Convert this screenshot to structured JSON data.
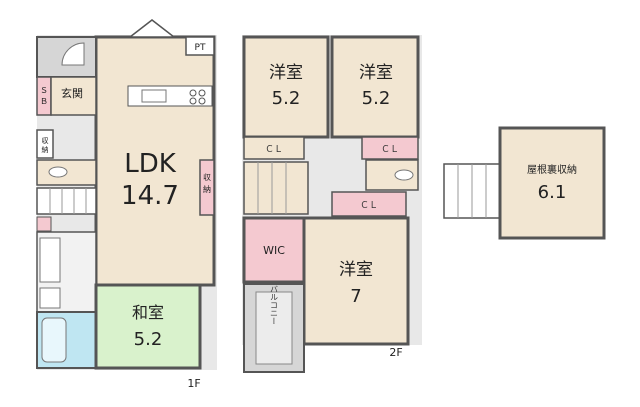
{
  "rooms": {
    "ldk_name": "LDK",
    "ldk_size": "14.7",
    "washitsu_name": "和室",
    "washitsu_size": "5.2",
    "genkan": "玄関",
    "sb": "ＳＢ",
    "pt": "PT",
    "shuno1": "収納",
    "shuno2": "収納",
    "yoshitsu1_name": "洋室",
    "yoshitsu1_size": "5.2",
    "yoshitsu2_name": "洋室",
    "yoshitsu2_size": "5.2",
    "yoshitsu3_name": "洋室",
    "yoshitsu3_size": "7",
    "wic": "WIC",
    "balcony": "バルコニー",
    "cl1": "ＣＬ",
    "cl2": "ＣＬ",
    "cl3": "ＣＬ",
    "attic_name": "屋根裏収納",
    "attic_size": "6.1"
  },
  "floors": {
    "first": "1F",
    "second": "2F"
  },
  "colors": {
    "beige": "#f2e6d2",
    "pink": "#f4c9d0",
    "green": "#d9f2cc",
    "gray": "#d6d6d6",
    "blue": "#bfe6f2",
    "wall": "#555555"
  }
}
